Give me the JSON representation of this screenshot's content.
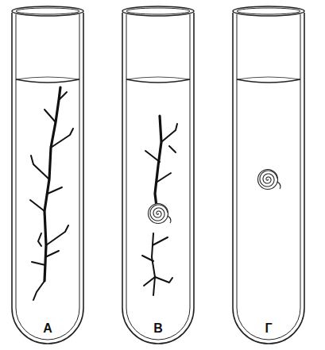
{
  "diagram": {
    "nodes": [
      {
        "text": [
          "А"
        ]
      },
      {
        "text": [
          "В"
        ]
      },
      {
        "text": [
          "Г"
        ]
      }
    ]
  }
}
